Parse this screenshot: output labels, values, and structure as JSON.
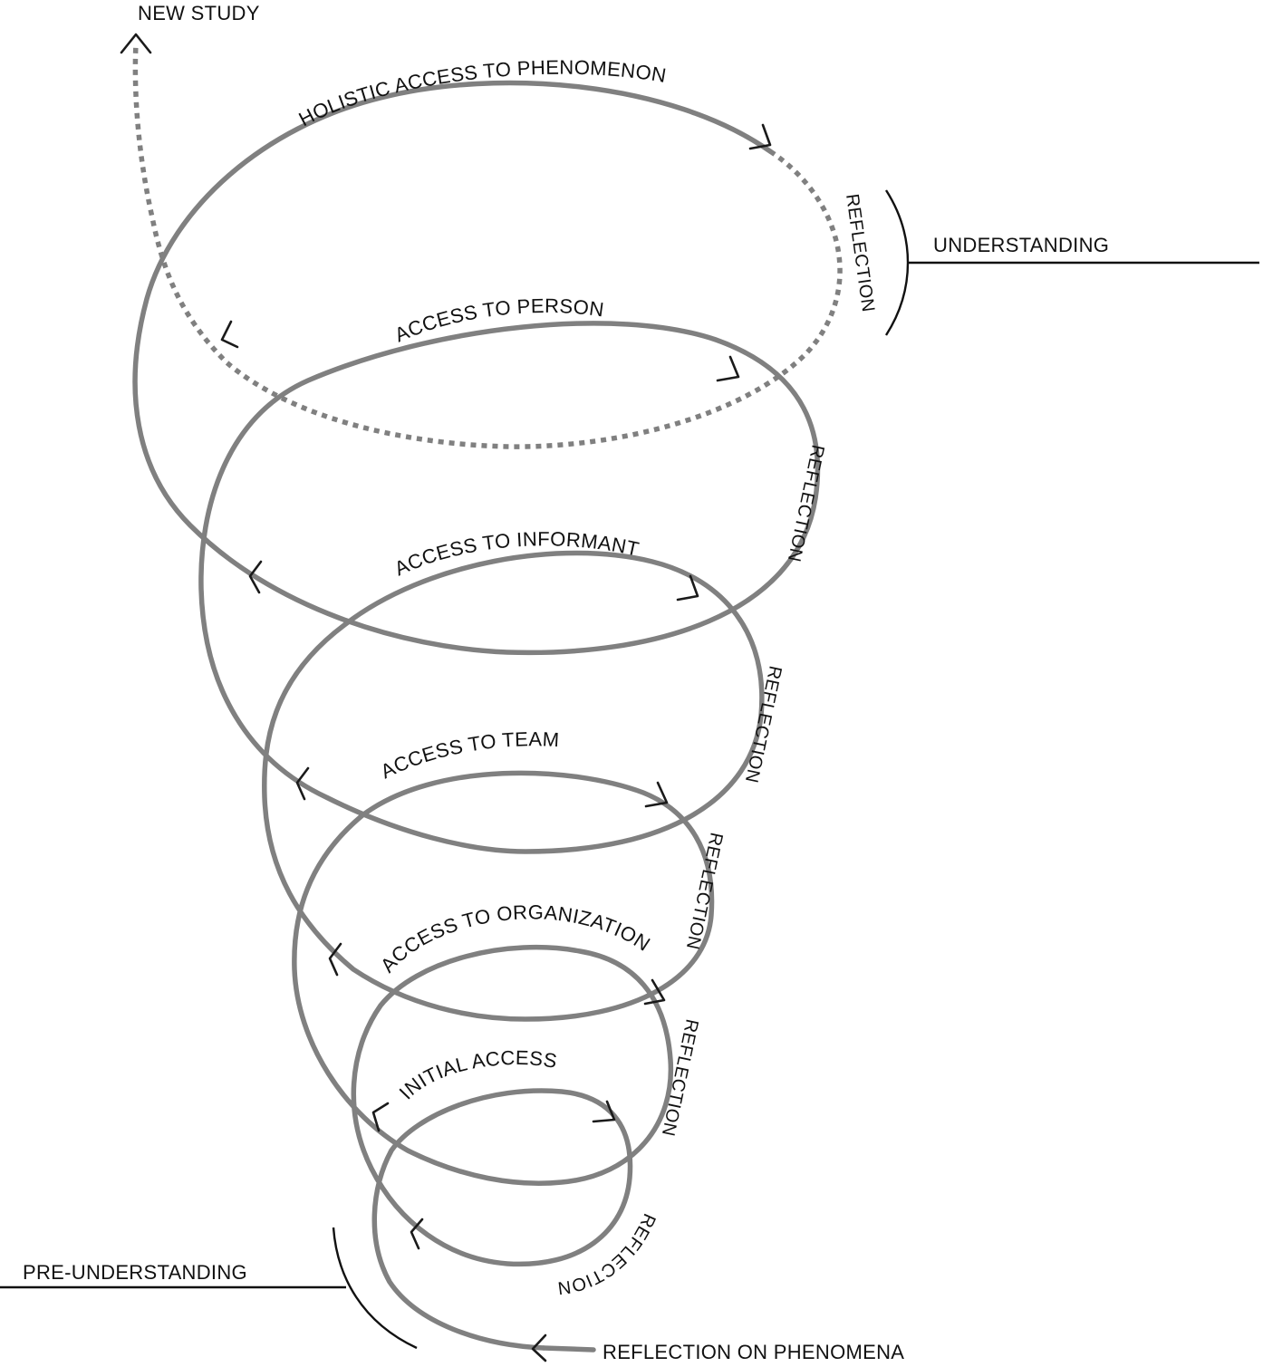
{
  "labels": {
    "new_study": "NEW STUDY",
    "holistic": "HOLISTIC ACCESS TO PHENOMENON",
    "understanding": "UNDERSTANDING",
    "person": "ACCESS TO PERSON",
    "informant": "ACCESS TO INFORMANT",
    "team": "ACCESS TO TEAM",
    "organization": "ACCESS TO ORGANIZATION",
    "initial": "INITIAL ACCESS",
    "pre_understanding": "PRE-UNDERSTANDING",
    "reflection_on_phenomena": "REFLECTION ON PHENOMENA",
    "reflection": "REFLECTION"
  },
  "colors": {
    "spiral": "#808080",
    "ink": "#111111"
  }
}
